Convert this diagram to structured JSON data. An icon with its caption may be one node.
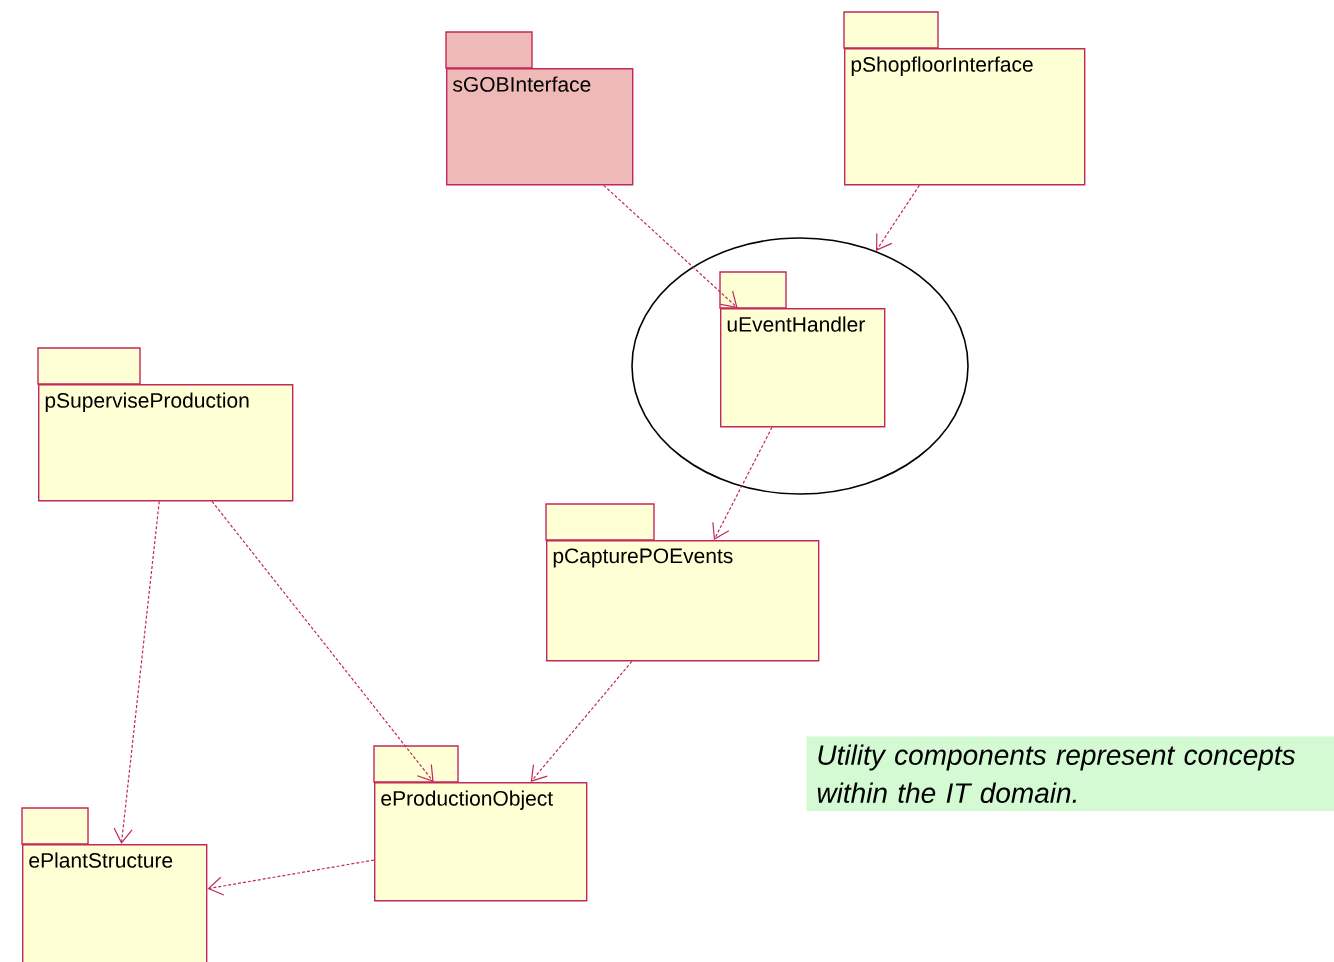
{
  "diagram": {
    "nodes": [
      {
        "text": [
          "sGOBInterface"
        ]
      },
      {
        "text": [
          "pShopfloorInterface"
        ]
      },
      {
        "text": [],
        "shape": "ellipse"
      },
      {
        "text": [
          "uEventHandler"
        ],
        "in": 2
      },
      {
        "text": [
          "pSuperviseProduction"
        ]
      },
      {
        "text": [
          "pCapturePOEvents"
        ]
      },
      {
        "text": [
          "eProductionObject"
        ]
      },
      {
        "text": [
          "ePlantStructure"
        ]
      }
    ],
    "edges": [
      {
        "from": 0,
        "to": 3,
        "arrow": "to",
        "style": "dashed"
      },
      {
        "from": 1,
        "to": 2,
        "arrow": "to",
        "style": "dashed"
      },
      {
        "from": 3,
        "to": 5,
        "arrow": "to",
        "style": "dashed"
      },
      {
        "from": 4,
        "to": 7,
        "arrow": "to",
        "style": "dashed"
      },
      {
        "from": 4,
        "to": 6,
        "arrow": "to",
        "style": "dashed"
      },
      {
        "from": 5,
        "to": 6,
        "arrow": "to",
        "style": "dashed"
      },
      {
        "from": 6,
        "to": 7,
        "arrow": "to",
        "style": "dashed"
      }
    ],
    "labels": [
      "Utility components represent concepts within the IT domain."
    ]
  }
}
